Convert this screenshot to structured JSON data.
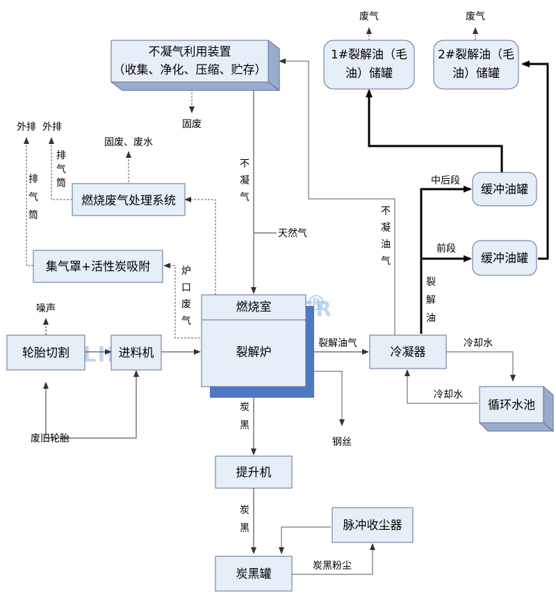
{
  "watermark": {
    "brand": "LEFILIER",
    "reg_mark": "®"
  },
  "colors": {
    "box_fill": "#e6eef8",
    "box_side": "#9aaccd",
    "box_stroke": "#5a6f95",
    "reactor_shadow": "#4d78c4",
    "arrow": "#000000",
    "thin_line": "#555555"
  },
  "nodes": {
    "noncond_util": {
      "line1": "不凝气利用装置",
      "line2": "（收集、净化、压缩、贮存）"
    },
    "tank1": {
      "line1": "1#裂解油（毛",
      "line2": "油）储罐"
    },
    "tank2": {
      "line1": "2#裂解油（毛",
      "line2": "油）储罐"
    },
    "combustion_gas": "燃烧废气处理系统",
    "buffer_tank_upper": "缓冲油罐",
    "buffer_tank_lower": "缓冲油罐",
    "gas_hood": "集气罩+活性炭吸附",
    "combustion_chamber": "燃烧室",
    "reactor": "裂解炉",
    "tire_cutting": "轮胎切割",
    "feeder": "进料机",
    "condenser": "冷凝器",
    "circulating_pool": "循环水池",
    "elevator": "提升机",
    "pulse_collector": "脉冲收尘器",
    "carbon_tank": "炭黑罐"
  },
  "labels": {
    "waste_gas_1": "废气",
    "waste_gas_2": "废气",
    "solid_waste": "固废",
    "solid_waste_water": "固废、废水",
    "exhaust_1": "外排",
    "exhaust_2": "外排",
    "stack_1": [
      "排",
      "气",
      "筒"
    ],
    "stack_2": [
      "排",
      "气",
      "筒"
    ],
    "noncond_gas_v": [
      "不",
      "凝",
      "气"
    ],
    "natural_gas": "天然气",
    "noncond_oil_gas_v": [
      "不",
      "凝",
      "油",
      "气"
    ],
    "mid_rear": "中后段",
    "front": "前段",
    "pyro_oil_v": [
      "裂",
      "解",
      "油"
    ],
    "furnace_gas_v": [
      "炉",
      "口",
      "废",
      "气"
    ],
    "noise": "噪声",
    "pyro_oil_gas": "裂解油气",
    "cooling_water_out": "冷却水",
    "cooling_water_back": "冷却水",
    "carbon_black_v1": [
      "炭",
      "黑"
    ],
    "steel_wire": "钢丝",
    "waste_tires": "废旧轮胎",
    "carbon_black_v2": [
      "炭",
      "黑"
    ],
    "carbon_dust": "炭黑粉尘"
  }
}
